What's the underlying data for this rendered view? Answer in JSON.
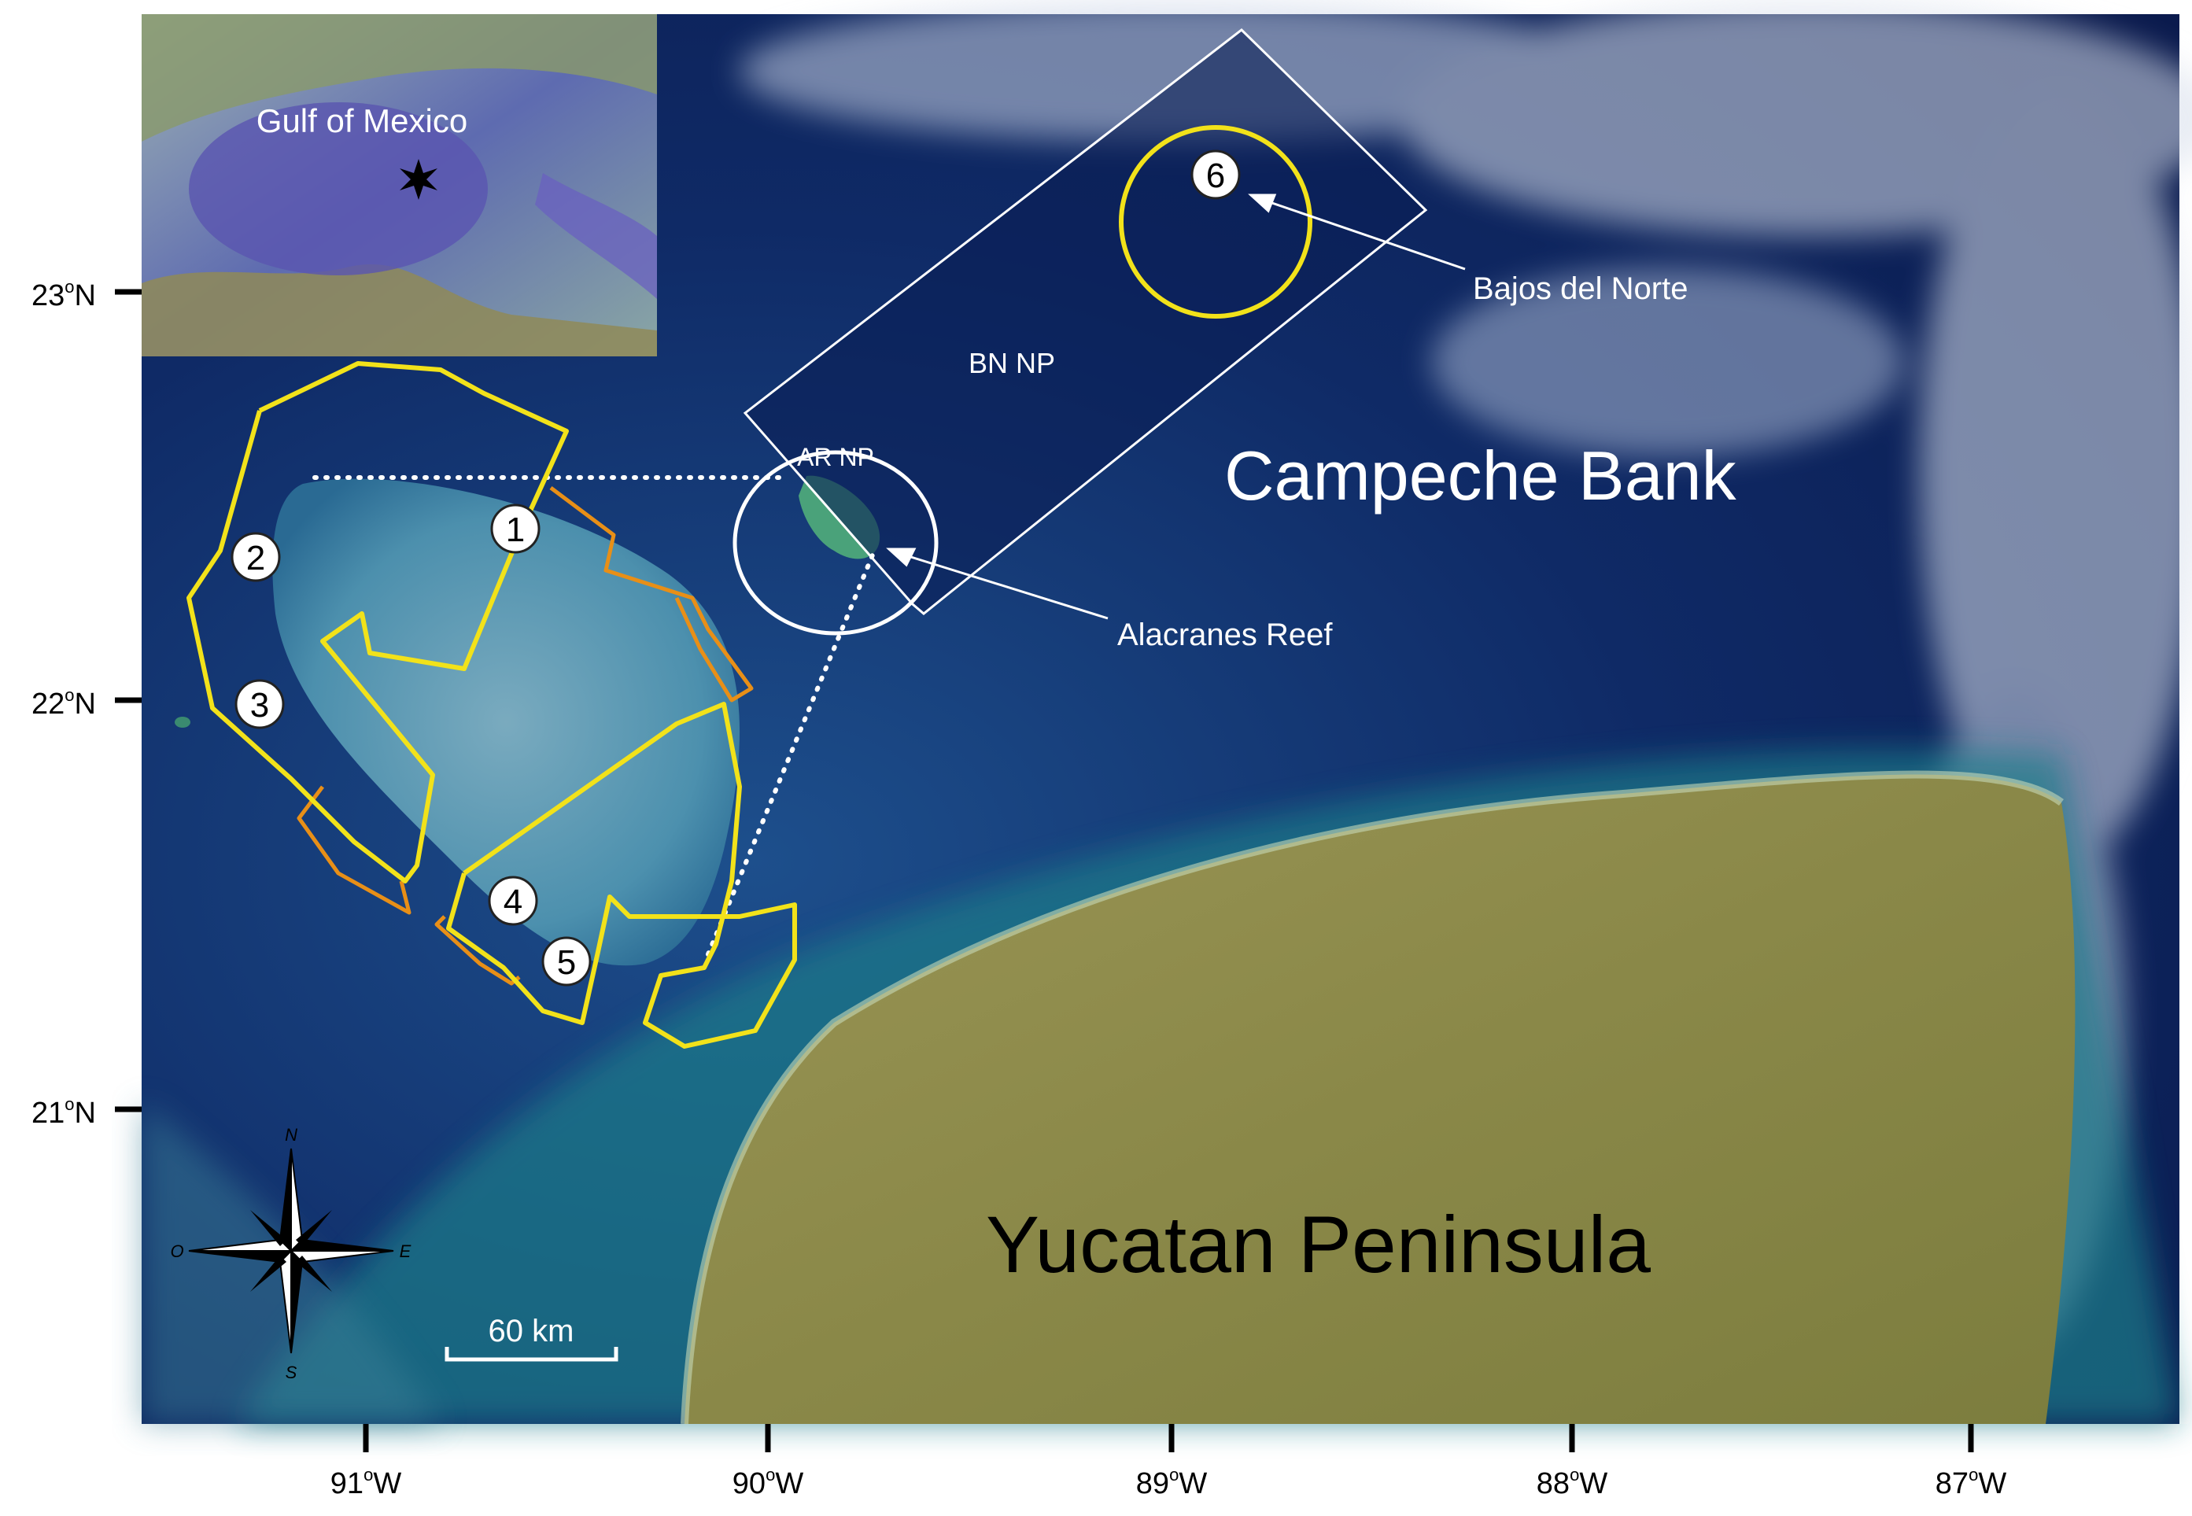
{
  "inset": {
    "label": "Gulf of Mexico"
  },
  "places": {
    "campeche_bank": "Campeche Bank",
    "yucatan": "Yucatan Peninsula"
  },
  "protected_areas": {
    "bn_np": "BN NP",
    "ar_np": "AR NP"
  },
  "callouts": {
    "bajos_del_norte": "Bajos del Norte",
    "alacranes_reef": "Alacranes Reef"
  },
  "sites": [
    "1",
    "2",
    "3",
    "4",
    "5",
    "6"
  ],
  "lat_ticks": [
    "23",
    "22",
    "21"
  ],
  "lon_ticks": [
    "91",
    "90",
    "89",
    "88",
    "87"
  ],
  "lat_suffix": "N",
  "lon_suffix": "W",
  "degree_mark": "o",
  "scale_bar": {
    "label": "60 km"
  },
  "compass": {
    "n": "N",
    "s": "S",
    "e": "E",
    "w": "O"
  },
  "colors": {
    "deep_sea": "#0c1b4a",
    "shelf": "#1f5a8a",
    "yellow_line": "#f2e21a",
    "orange_line": "#e88f17",
    "land": "#8c8a4a"
  }
}
